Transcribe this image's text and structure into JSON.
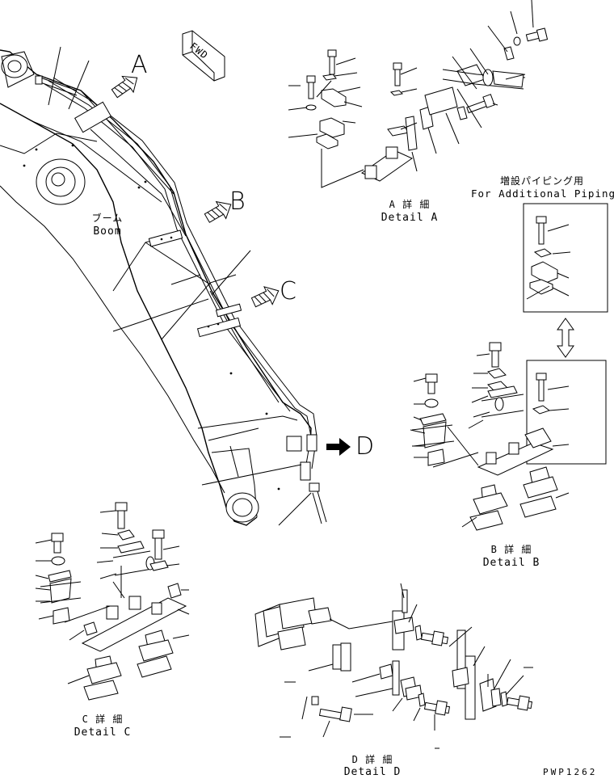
{
  "callouts": {
    "a": "A",
    "b": "B",
    "c": "C",
    "d": "D"
  },
  "fwd": "FWD",
  "boom": {
    "jp": "ブーム",
    "en": "Boom"
  },
  "detail_a": {
    "jp": "A 詳 細",
    "en": "Detail A"
  },
  "detail_b": {
    "jp": "B 詳 細",
    "en": "Detail B"
  },
  "detail_c": {
    "jp": "C 詳 細",
    "en": "Detail C"
  },
  "detail_d": {
    "jp": "D 詳 細",
    "en": "Detail D"
  },
  "additional": {
    "jp": "増設パイピング用",
    "en": "For Additional Piping"
  },
  "drawing_no": "PWP1262"
}
